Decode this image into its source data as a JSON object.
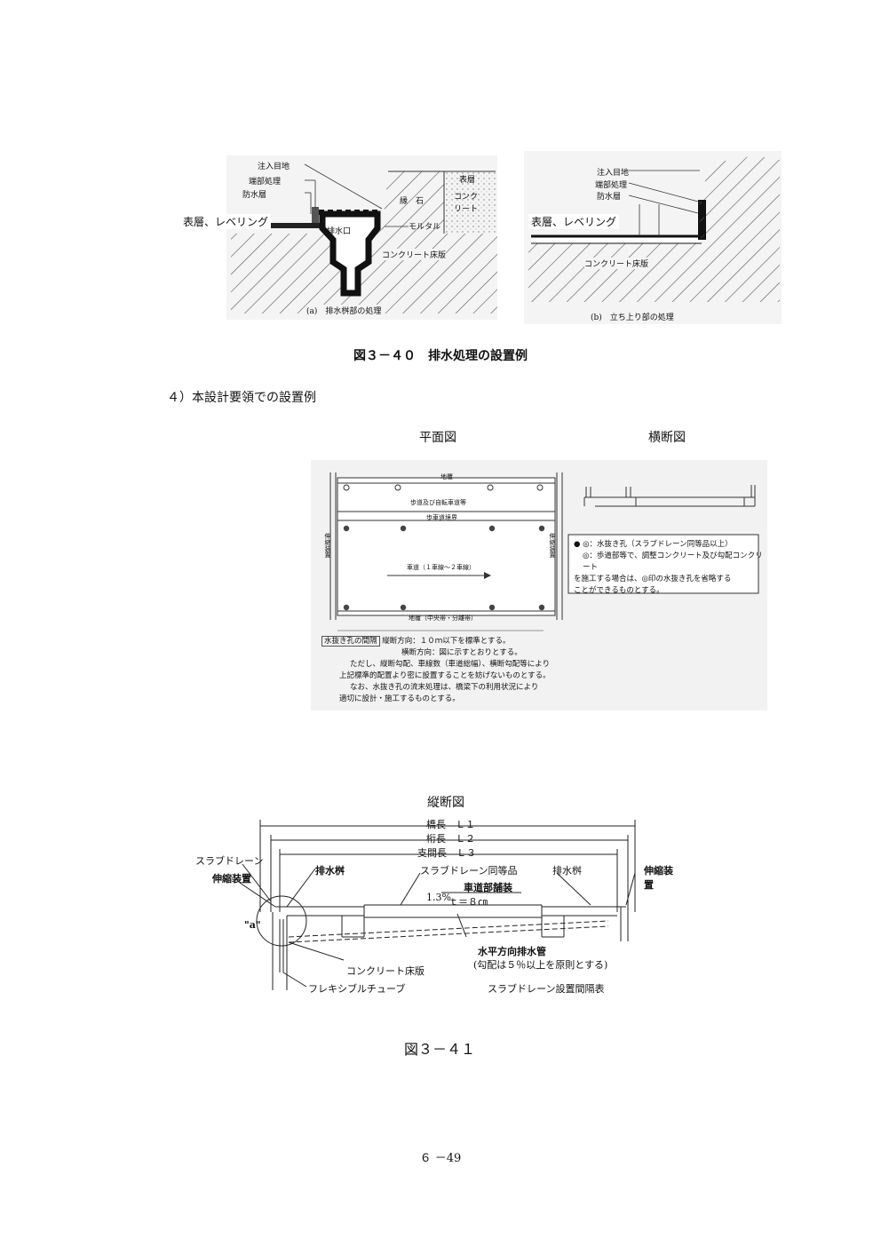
{
  "fig340": {
    "a": {
      "labels": {
        "inlet_joint": "注入目地",
        "edge_treatment": "端部処理",
        "waterproof_layer": "防水層",
        "surface_leveling": "表層、レベリング",
        "drain_port": "排水口",
        "curb": "縁　石",
        "concrete": "コンク\nリート",
        "surface_layer": "表層",
        "mortar": "モルタル",
        "deck": "コンクリート床版"
      },
      "caption": "(a)　排水桝部の処理"
    },
    "b": {
      "labels": {
        "inlet_joint": "注入目地",
        "edge_treatment": "端部処理",
        "waterproof_layer": "防水層",
        "surface_leveling": "表層、レベリング",
        "deck": "コンクリート床版"
      },
      "caption": "(b)　立ち上り部の処理"
    },
    "caption": "図３－４０　排水処理の設置例"
  },
  "section": "４）本設計要領での設置例",
  "plan": {
    "title": "平面図",
    "labels": {
      "curb_top": "地覆",
      "sidewalk": "歩道及び自転車道等",
      "boundary": "歩車道境界",
      "roadway": "車道（１車線～２車線）",
      "curb_bottom": "地覆（中央帯・分離帯）",
      "expansion_left": "伸縮装置",
      "expansion_right": "伸縮装置"
    },
    "legend": {
      "line1": "● ◎：水抜き孔（スラブドレーン同等品以上）",
      "line2": "◎：歩道部等で、調整コンクリート及び勾配コンクリート",
      "line3": "を施工する場合は、◎印の水抜き孔を省略する",
      "line4": "ことができるものとする。"
    },
    "notes": {
      "spacing_label": "水抜き孔の間隔",
      "long": "縦断方向：１０ｍ以下を標準とする。",
      "trans": "横断方向：図に示すとおりとする。",
      "p1": "ただし、縦断勾配、車線数（車道総幅）、横断勾配等により",
      "p2": "上記標準的配置より密に設置することを妨げないものとする。",
      "p3": "なお、水抜き孔の流末処理は、橋梁下の利用状況により",
      "p4": "適切に設計・施工するものとする。"
    }
  },
  "cross": {
    "title": "横断図"
  },
  "long": {
    "title": "縦断図",
    "labels": {
      "l1": "橋長　Ｌ１",
      "l2": "桁長　Ｌ２",
      "l3": "支間長　Ｌ３",
      "slab_drain": "スラブドレーン",
      "expansion_left": "伸縮装置",
      "drain_box_left": "排水桝",
      "slab_drain_eq": "スラブドレーン同等品",
      "drain_box_right": "排水桝",
      "expansion_right": "伸縮装置",
      "pavement": "車道部舗装",
      "thickness": "ｔ＝８㎝",
      "slope": "1.3%",
      "a_mark": "\"a\"",
      "horiz_pipe": "水平方向排水管",
      "slope_note": "(勾配は５％以上を原則とする)",
      "deck": "コンクリート床版",
      "flex_tube": "フレキシブルチューブ",
      "spacing_table": "スラブドレーン設置間隔表"
    }
  },
  "fig341_caption": "図３－４１",
  "page_number": "６ －49"
}
